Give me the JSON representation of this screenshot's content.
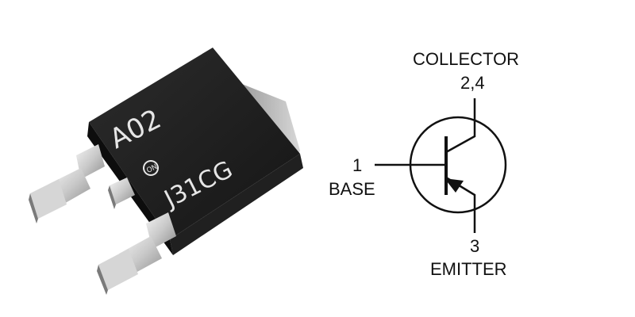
{
  "component": {
    "marking_top": "A02",
    "marking_bottom": "J31CG",
    "logo": "ON"
  },
  "schematic": {
    "collector": {
      "name": "COLLECTOR",
      "pins": "2,4"
    },
    "base": {
      "name": "BASE",
      "pins": "1"
    },
    "emitter": {
      "name": "EMITTER",
      "pins": "3"
    }
  },
  "colors": {
    "body": "#1b1b1b",
    "lead": "#c8c8c8",
    "symbol_line": "#111111"
  }
}
